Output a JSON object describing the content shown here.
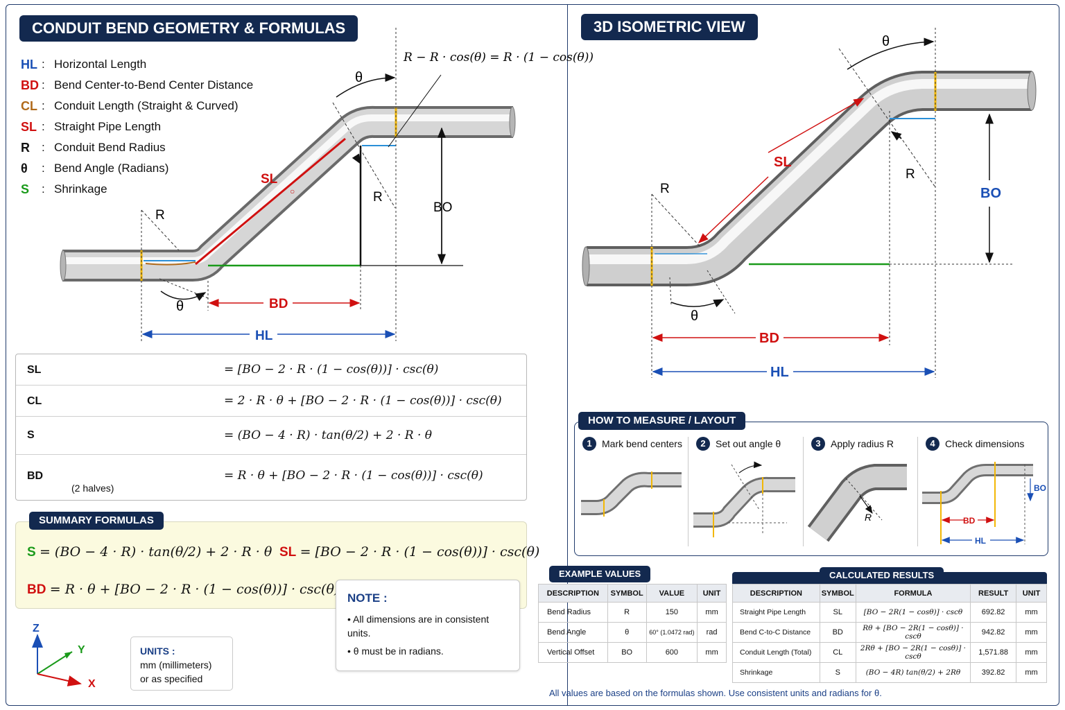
{
  "titles": {
    "main": "CONDUIT BEND GEOMETRY & FORMULAS",
    "iso": "3D ISOMETRIC VIEW",
    "summary": "SUMMARY FORMULAS",
    "howto": "HOW TO MEASURE / LAYOUT",
    "example": "EXAMPLE VALUES",
    "results": "CALCULATED RESULTS"
  },
  "legend": [
    {
      "sym": "HL",
      "desc": "Horizontal Length",
      "color": "#1a4fb5"
    },
    {
      "sym": "BD",
      "desc": "Bend Center-to-Bend Center Distance",
      "color": "#d01010"
    },
    {
      "sym": "CL",
      "desc": "Conduit Length (Straight & Curved)",
      "color": "#b06a1a"
    },
    {
      "sym": "SL",
      "desc": "Straight Pipe Length",
      "color": "#d01010"
    },
    {
      "sym": "R",
      "desc": "Conduit Bend Radius",
      "color": "#111111"
    },
    {
      "sym": "θ",
      "desc": "Bend Angle (Radians)",
      "color": "#111111"
    },
    {
      "sym": "S",
      "desc": "Shrinkage",
      "color": "#1a9a1a"
    }
  ],
  "diagram_labels": {
    "top_formula": "R − R · cos(θ) = R · (1 − cos(θ))",
    "theta": "θ",
    "R": "R",
    "SL": "SL",
    "BO": "BO",
    "BD": "BD",
    "HL": "HL",
    "circle_mark": "○"
  },
  "formulas": {
    "eq": "=",
    "plus": "+",
    "minus": "−",
    "halves": "(2 halves)",
    "rows": [
      {
        "sym": "SL",
        "expr": "= [BO − 2 · R · (1 − cos(θ))] · csc(θ)"
      },
      {
        "sym": "CL",
        "expr": "= 2 · R · θ + [BO − 2 · R · (1 − cos(θ))] · csc(θ)"
      },
      {
        "sym": "S",
        "expr": "= (BO − 4 · R) · tan(θ/2) + 2 · R · θ"
      },
      {
        "sym": "BD",
        "expr": "= R · θ + [BO − 2 · R · (1 − cos(θ))] · csc(θ)"
      }
    ]
  },
  "summary": {
    "S_sym": "S",
    "S_expr": "= (BO − 4 · R) · tan(θ/2) + 2 · R · θ",
    "SL_sym": "SL",
    "SL_expr": "= [BO − 2 · R · (1 − cos(θ))] · csc(θ)",
    "BD_sym": "BD",
    "BD_expr": "= R · θ + [BO − 2 · R · (1 − cos(θ))] · csc(θ)"
  },
  "note": {
    "title": "NOTE :",
    "items": [
      "• All dimensions are in consistent units.",
      "• θ must be in radians."
    ]
  },
  "units": {
    "title": "UNITS :",
    "line1": "mm (millimeters)",
    "line2": "or as specified"
  },
  "axes": {
    "z": "Z",
    "y": "Y",
    "x": "X"
  },
  "steps": [
    {
      "num": "1",
      "label": "Mark bend centers"
    },
    {
      "num": "2",
      "label": "Set out angle θ"
    },
    {
      "num": "3",
      "label": "Apply radius R"
    },
    {
      "num": "4",
      "label": "Check dimensions"
    }
  ],
  "example_table": {
    "headers": [
      "DESCRIPTION",
      "SYMBOL",
      "VALUE",
      "UNIT"
    ],
    "rows": [
      [
        "Bend Radius",
        "R",
        "150",
        "mm"
      ],
      [
        "Bend Angle",
        "θ",
        "60° (1.0472 rad)",
        "rad"
      ],
      [
        "Vertical Offset",
        "BO",
        "600",
        "mm"
      ]
    ]
  },
  "results_table": {
    "headers": [
      "DESCRIPTION",
      "SYMBOL",
      "FORMULA",
      "RESULT",
      "UNIT"
    ],
    "rows": [
      [
        "Straight Pipe Length",
        "SL",
        "[BO − 2R(1 − cosθ)] · cscθ",
        "692.82",
        "mm"
      ],
      [
        "Bend C-to-C Distance",
        "BD",
        "Rθ + [BO − 2R(1 − cosθ)] · cscθ",
        "942.82",
        "mm"
      ],
      [
        "Conduit Length (Total)",
        "CL",
        "2Rθ + [BO − 2R(1 − cosθ)] · cscθ",
        "1,571.88",
        "mm"
      ],
      [
        "Shrinkage",
        "S",
        "(BO − 4R) tan(θ/2) + 2Rθ",
        "392.82",
        "mm"
      ]
    ]
  },
  "footnote": "All values are based on the formulas shown. Use consistent units and radians for θ.",
  "colors": {
    "navy": "#13294f",
    "red": "#d01010",
    "blue": "#1a4fb5",
    "brown": "#b06a1a",
    "green": "#1a9a1a",
    "lightblue": "#2a8fd8",
    "yellow": "#f2b705"
  }
}
